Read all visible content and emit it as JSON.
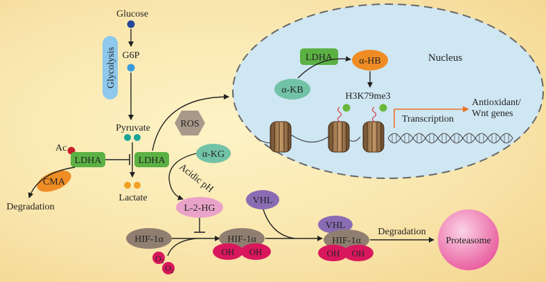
{
  "metabolites": {
    "glucose": "Glucose",
    "g6p": "G6P",
    "glycolysis": "Glycolysis",
    "pyruvate": "Pyruvate",
    "lactate": "Lactate"
  },
  "labels": {
    "ac": "Ac",
    "ldha_left": "LDHA",
    "ldha_right": "LDHA",
    "cma": "CMA",
    "degradation_left": "Degradation",
    "ros": "ROS",
    "akg": "α-KG",
    "acidic_ph": "Acidic pH",
    "l2hg": "L-2-HG",
    "vhl_free": "VHL",
    "vhl_bound": "VHL",
    "hif_1": "HIF-1α",
    "hif_2": "HIF-1α",
    "hif_3": "HIF-1α",
    "oh": "OH",
    "o2": "O",
    "o2_sub": "2",
    "degradation_right": "Degradation",
    "proteasome": "Proteasome"
  },
  "nucleus": {
    "title": "Nucleus",
    "ldha": "LDHA",
    "akb": "α-KB",
    "ahb": "α-HB",
    "mark": "H3K79me3",
    "transcription": "Transcription",
    "genes_line1": "Antioxidant/",
    "genes_line2": "Wnt genes"
  },
  "colors": {
    "ldha_green": "#5bb143",
    "glucose_blue": "#27479a",
    "g6p_blue": "#3a9ad9",
    "pyruvate_teal": "#1aa596",
    "lactate_orange": "#f2a024",
    "cma_orange": "#ef8d24",
    "ac_red": "#c8202f",
    "nucleus_blue": "#cfe6f3",
    "glycolysis_blue": "#8ec8ec",
    "ros_gray": "#a8998a",
    "akg_teal": "#72c2a8",
    "l2hg_pink": "#eaa3c8",
    "vhl_purple": "#8a6cb4",
    "hif_brown": "#907f70",
    "oh_crimson": "#d9175c",
    "proteasome_pink": "#e8589c",
    "transcription_arrow": "#e8732b",
    "mark_green": "#6ab83b"
  }
}
